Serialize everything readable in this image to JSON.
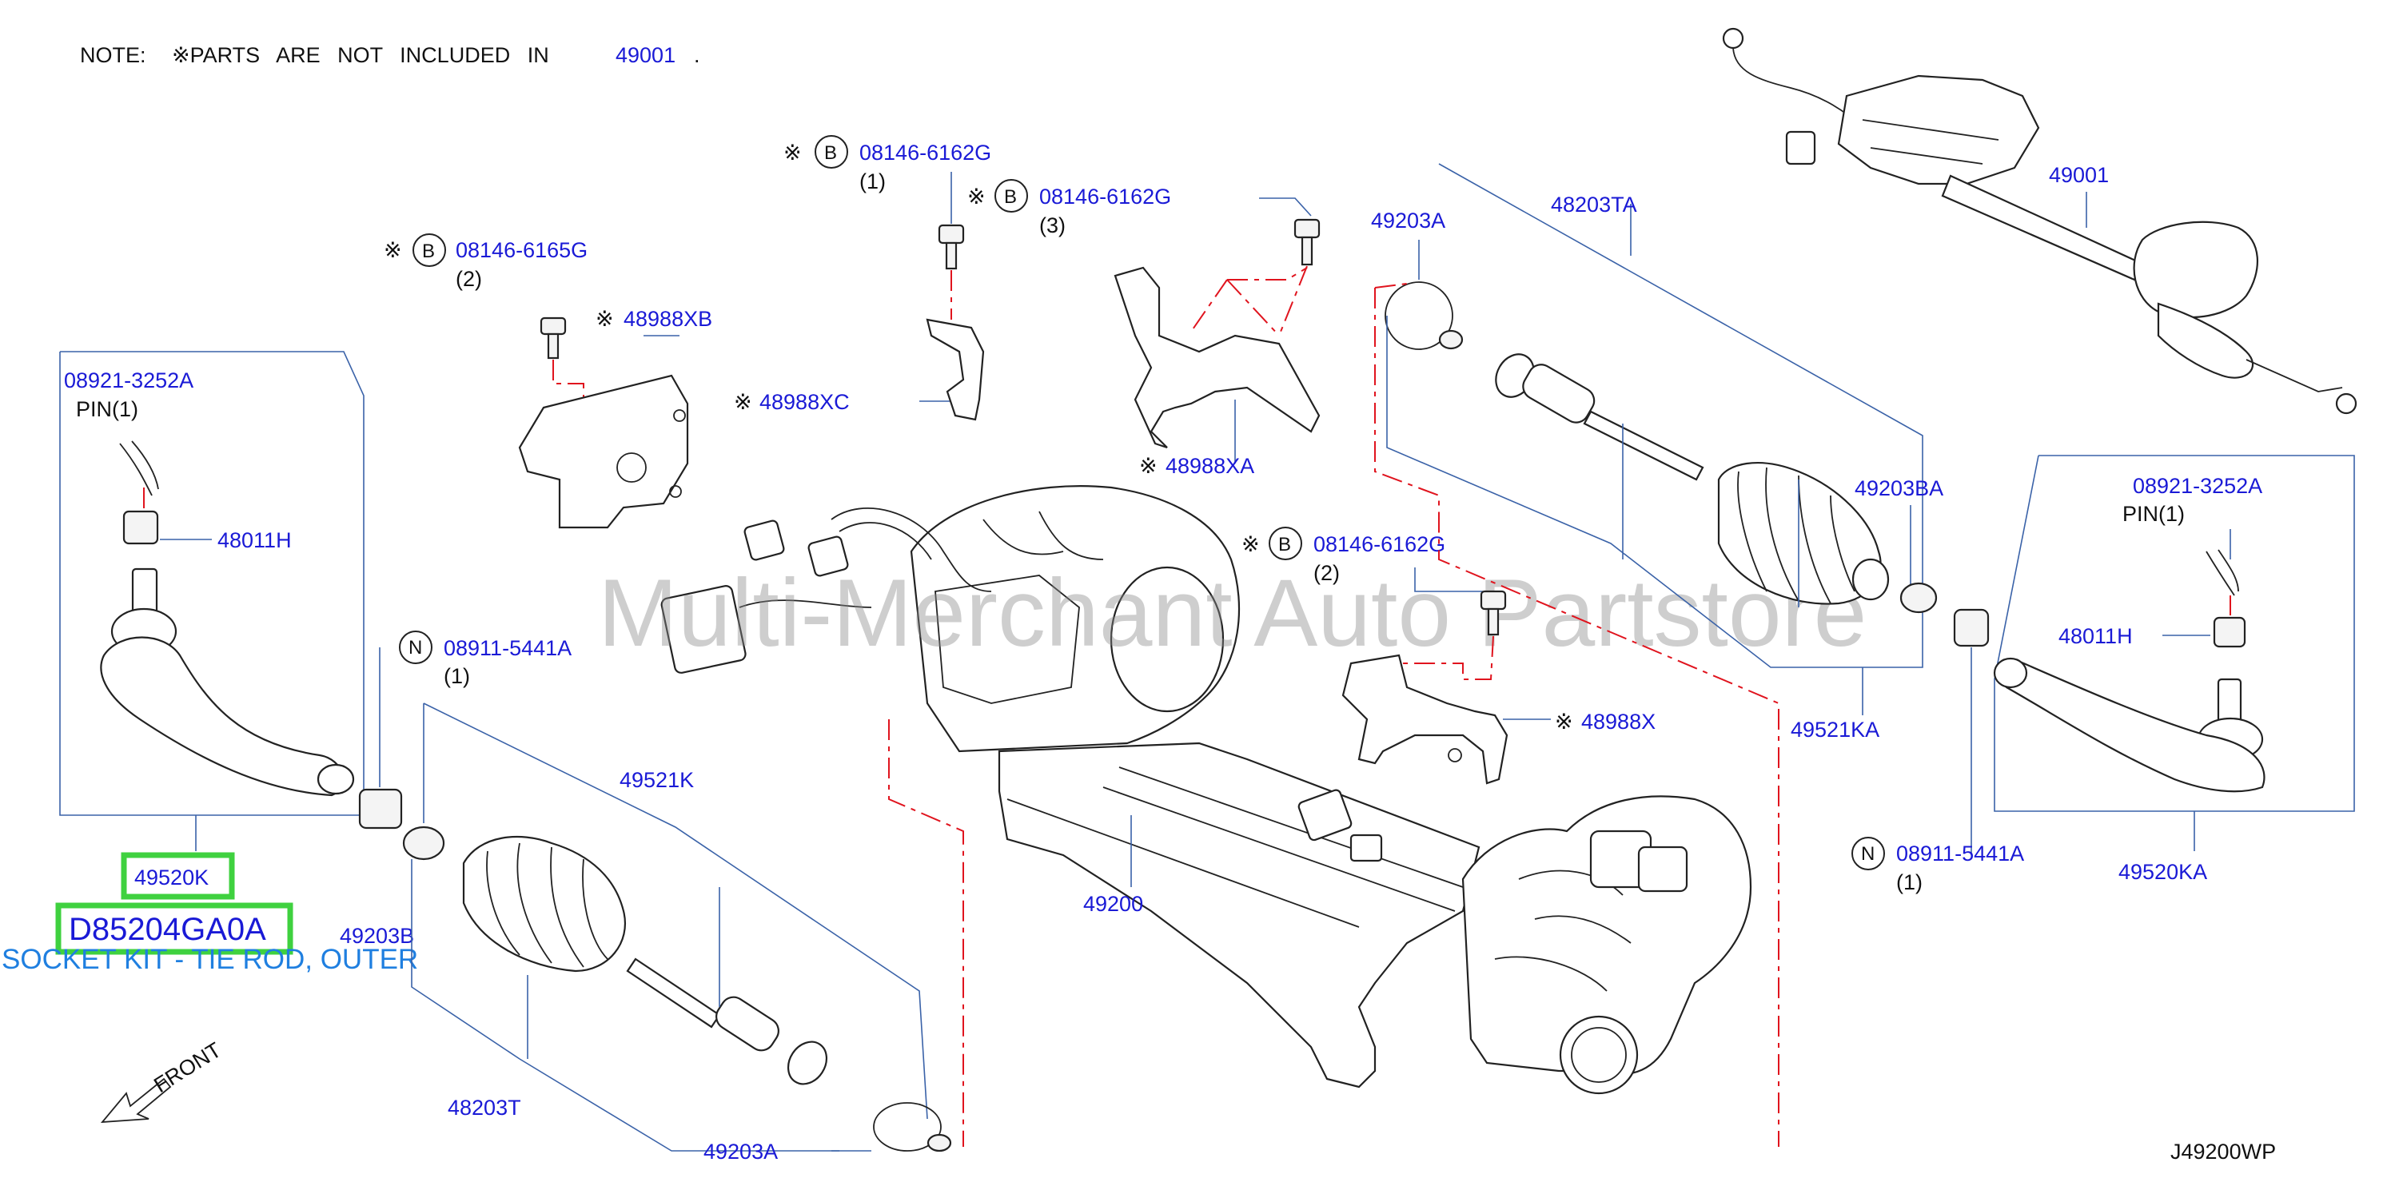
{
  "note": {
    "prefix": "NOTE:",
    "text": "※PARTS ARE NOT INCLUDED IN",
    "ref": "49001",
    "suffix": "."
  },
  "watermark": "Multi-Merchant Auto Partstore",
  "diagram_id": "J49200WP",
  "front_label": "FRONT",
  "highlight": {
    "part_number": "49520K",
    "oem_code": "D85204GA0A",
    "description": "SOCKET KIT - TIE ROD, OUTER"
  },
  "labels": {
    "l08921_left": "08921-3252A",
    "pin_left": "PIN(1)",
    "l48011h_left": "48011H",
    "l08146_6165g": "08146-6165G",
    "q08146_6165g": "(2)",
    "l48988xb": "48988XB",
    "l48988xc": "48988XC",
    "l08146_6162g_a": "08146-6162G",
    "q08146_6162g_a": "(1)",
    "l08146_6162g_b": "08146-6162G",
    "q08146_6162g_b": "(3)",
    "l48988xa": "48988XA",
    "l49203a_top": "49203A",
    "l48203ta": "48203TA",
    "l49001": "49001",
    "l08146_6162g_c": "08146-6162G",
    "q08146_6162g_c": "(2)",
    "l49203ba": "49203BA",
    "l48988x": "48988X",
    "l49521ka": "49521KA",
    "l08911_left": "08911-5441A",
    "q08911_left": "(1)",
    "l49521k": "49521K",
    "l49203b": "49203B",
    "l48203t": "48203T",
    "l49203a_bottom": "49203A",
    "l49200": "49200",
    "l08921_right": "08921-3252A",
    "pin_right": "PIN(1)",
    "l48011h_right": "48011H",
    "l49520ka": "49520KA",
    "l08911_right": "08911-5441A",
    "q08911_right": "(1)"
  },
  "circle_letters": {
    "b": "B",
    "n": "N"
  },
  "mark": "※"
}
